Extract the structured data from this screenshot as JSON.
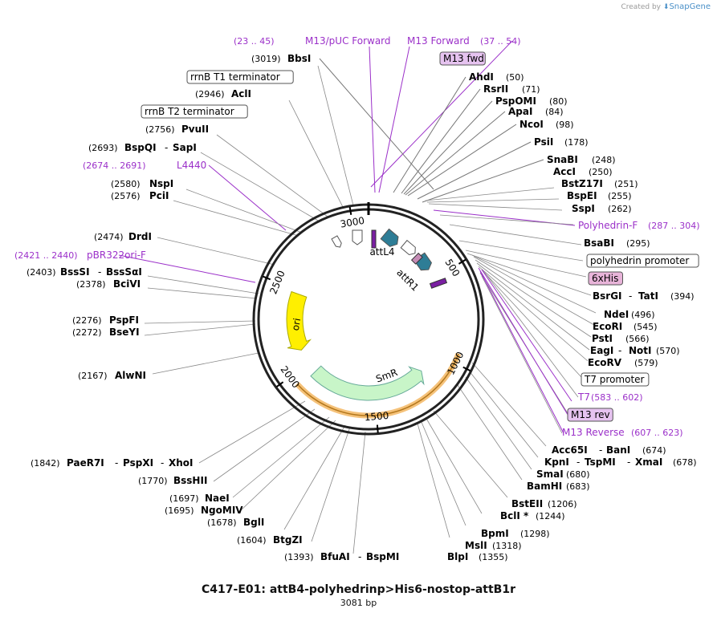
{
  "brand": {
    "created_by": "Created by",
    "name": "SnapGene"
  },
  "title": "C417-E01: attB4-polyhedrinp>His6-nostop-attB1r",
  "subtitle": "3081 bp",
  "colors": {
    "primer": "#9b30c9",
    "feature_teal": "#2e7d96",
    "ori": "#ffef00",
    "smr": "#c8f5c8",
    "smr_highlight": "#f5c27a",
    "his_box": "#e8b4d9"
  },
  "ticks": [
    {
      "label": "500",
      "pos": 500
    },
    {
      "label": "1000",
      "pos": 1000
    },
    {
      "label": "1500",
      "pos": 1500
    },
    {
      "label": "2000",
      "pos": 2000
    },
    {
      "label": "2500",
      "pos": 2500
    },
    {
      "label": "3000",
      "pos": 3000
    }
  ],
  "features": [
    {
      "label": "attL4"
    },
    {
      "label": "attR1"
    },
    {
      "label": "ori"
    },
    {
      "label": "SmR"
    }
  ],
  "labels": [
    {
      "name": "(23 .. 45)",
      "kind": "num-purple"
    },
    {
      "name": "M13/pUC Forward",
      "kind": "purple"
    },
    {
      "name": "M13 Forward",
      "kind": "purple"
    },
    {
      "name": "(37 .. 54)",
      "kind": "num-purple"
    },
    {
      "name": "M13 fwd",
      "kind": "boxfill"
    },
    {
      "name": "(3019)",
      "kind": "num"
    },
    {
      "name": "BbsI",
      "kind": "enz"
    },
    {
      "name": "rrnB T1 terminator",
      "kind": "box"
    },
    {
      "name": "(2946)",
      "kind": "num"
    },
    {
      "name": "AclI",
      "kind": "enz"
    },
    {
      "name": "rrnB T2 terminator",
      "kind": "box"
    },
    {
      "name": "(2756)",
      "kind": "num"
    },
    {
      "name": "PvuII",
      "kind": "enz"
    },
    {
      "name": "(2693)",
      "kind": "num"
    },
    {
      "name": "BspQI",
      "kind": "enz"
    },
    {
      "name": "-",
      "kind": "plain"
    },
    {
      "name": "SapI",
      "kind": "enz"
    },
    {
      "name": "(2674 .. 2691)",
      "kind": "num-purple"
    },
    {
      "name": "L4440",
      "kind": "purple"
    },
    {
      "name": "(2580)",
      "kind": "num"
    },
    {
      "name": "NspI",
      "kind": "enz"
    },
    {
      "name": "(2576)",
      "kind": "num"
    },
    {
      "name": "PciI",
      "kind": "enz"
    },
    {
      "name": "(2474)",
      "kind": "num"
    },
    {
      "name": "DrdI",
      "kind": "enz"
    },
    {
      "name": "(2421 .. 2440)",
      "kind": "num-purple"
    },
    {
      "name": "pBR322ori-F",
      "kind": "purple"
    },
    {
      "name": "(2403)",
      "kind": "num"
    },
    {
      "name": "BssSI",
      "kind": "enz"
    },
    {
      "name": "-",
      "kind": "plain"
    },
    {
      "name": "BssSαI",
      "kind": "enz"
    },
    {
      "name": "(2378)",
      "kind": "num"
    },
    {
      "name": "BciVI",
      "kind": "enz"
    },
    {
      "name": "(2276)",
      "kind": "num"
    },
    {
      "name": "PspFI",
      "kind": "enz"
    },
    {
      "name": "(2272)",
      "kind": "num"
    },
    {
      "name": "BseYI",
      "kind": "enz"
    },
    {
      "name": "(2167)",
      "kind": "num"
    },
    {
      "name": "AlwNI",
      "kind": "enz"
    },
    {
      "name": "(1842)",
      "kind": "num"
    },
    {
      "name": "PaeR7I",
      "kind": "enz"
    },
    {
      "name": "-",
      "kind": "plain"
    },
    {
      "name": "PspXI",
      "kind": "enz"
    },
    {
      "name": "-",
      "kind": "plain"
    },
    {
      "name": "XhoI",
      "kind": "enz"
    },
    {
      "name": "(1770)",
      "kind": "num"
    },
    {
      "name": "BssHII",
      "kind": "enz"
    },
    {
      "name": "(1697)",
      "kind": "num"
    },
    {
      "name": "NaeI",
      "kind": "enz"
    },
    {
      "name": "(1695)",
      "kind": "num"
    },
    {
      "name": "NgoMIV",
      "kind": "enz"
    },
    {
      "name": "(1678)",
      "kind": "num"
    },
    {
      "name": "BglI",
      "kind": "enz"
    },
    {
      "name": "(1604)",
      "kind": "num"
    },
    {
      "name": "BtgZI",
      "kind": "enz"
    },
    {
      "name": "(1393)",
      "kind": "num"
    },
    {
      "name": "BfuAI",
      "kind": "enz"
    },
    {
      "name": "-",
      "kind": "plain"
    },
    {
      "name": "BspMI",
      "kind": "enz"
    },
    {
      "name": "AhdI",
      "kind": "enz"
    },
    {
      "name": "(50)",
      "kind": "num"
    },
    {
      "name": "RsrII",
      "kind": "enz"
    },
    {
      "name": "(71)",
      "kind": "num"
    },
    {
      "name": "PspOMI",
      "kind": "enz"
    },
    {
      "name": "(80)",
      "kind": "num"
    },
    {
      "name": "ApaI",
      "kind": "enz"
    },
    {
      "name": "(84)",
      "kind": "num"
    },
    {
      "name": "NcoI",
      "kind": "enz"
    },
    {
      "name": "(98)",
      "kind": "num"
    },
    {
      "name": "PsiI",
      "kind": "enz"
    },
    {
      "name": "(178)",
      "kind": "num"
    },
    {
      "name": "SnaBI",
      "kind": "enz"
    },
    {
      "name": "(248)",
      "kind": "num"
    },
    {
      "name": "AccI",
      "kind": "enz"
    },
    {
      "name": "(250)",
      "kind": "num"
    },
    {
      "name": "BstZ17I",
      "kind": "enz"
    },
    {
      "name": "(251)",
      "kind": "num"
    },
    {
      "name": "BspEI",
      "kind": "enz"
    },
    {
      "name": "(255)",
      "kind": "num"
    },
    {
      "name": "SspI",
      "kind": "enz"
    },
    {
      "name": "(262)",
      "kind": "num"
    },
    {
      "name": "Polyhedrin-F",
      "kind": "purple"
    },
    {
      "name": "(287 .. 304)",
      "kind": "num-purple"
    },
    {
      "name": "BsaBI",
      "kind": "enz"
    },
    {
      "name": "(295)",
      "kind": "num"
    },
    {
      "name": "polyhedrin promoter",
      "kind": "box"
    },
    {
      "name": "6xHis",
      "kind": "boxhis"
    },
    {
      "name": "BsrGI",
      "kind": "enz"
    },
    {
      "name": "-",
      "kind": "plain"
    },
    {
      "name": "TatI",
      "kind": "enz"
    },
    {
      "name": "(394)",
      "kind": "num"
    },
    {
      "name": "NdeI",
      "kind": "enz"
    },
    {
      "name": "(496)",
      "kind": "num"
    },
    {
      "name": "EcoRI",
      "kind": "enz"
    },
    {
      "name": "(545)",
      "kind": "num"
    },
    {
      "name": "PstI",
      "kind": "enz"
    },
    {
      "name": "(566)",
      "kind": "num"
    },
    {
      "name": "EagI",
      "kind": "enz"
    },
    {
      "name": "-",
      "kind": "plain"
    },
    {
      "name": "NotI",
      "kind": "enz"
    },
    {
      "name": "(570)",
      "kind": "num"
    },
    {
      "name": "EcoRV",
      "kind": "enz"
    },
    {
      "name": "(579)",
      "kind": "num"
    },
    {
      "name": "T7 promoter",
      "kind": "box"
    },
    {
      "name": "T7",
      "kind": "purple"
    },
    {
      "name": "(583 .. 602)",
      "kind": "num-purple"
    },
    {
      "name": "M13 rev",
      "kind": "boxfill"
    },
    {
      "name": "M13 Reverse",
      "kind": "purple"
    },
    {
      "name": "(607 .. 623)",
      "kind": "num-purple"
    },
    {
      "name": "Acc65I",
      "kind": "enz"
    },
    {
      "name": "-",
      "kind": "plain"
    },
    {
      "name": "BanI",
      "kind": "enz"
    },
    {
      "name": "(674)",
      "kind": "num"
    },
    {
      "name": "KpnI",
      "kind": "enz"
    },
    {
      "name": "-",
      "kind": "plain"
    },
    {
      "name": "TspMI",
      "kind": "enz"
    },
    {
      "name": "-",
      "kind": "plain"
    },
    {
      "name": "XmaI",
      "kind": "enz"
    },
    {
      "name": "(678)",
      "kind": "num"
    },
    {
      "name": "SmaI",
      "kind": "enz"
    },
    {
      "name": "(680)",
      "kind": "num"
    },
    {
      "name": "BamHI",
      "kind": "enz"
    },
    {
      "name": "(683)",
      "kind": "num"
    },
    {
      "name": "BstEII",
      "kind": "enz"
    },
    {
      "name": "(1206)",
      "kind": "num"
    },
    {
      "name": "BclI *",
      "kind": "enz"
    },
    {
      "name": "(1244)",
      "kind": "num"
    },
    {
      "name": "BpmI",
      "kind": "enz"
    },
    {
      "name": "(1298)",
      "kind": "num"
    },
    {
      "name": "MslI",
      "kind": "enz"
    },
    {
      "name": "(1318)",
      "kind": "num"
    },
    {
      "name": "BlpI",
      "kind": "enz"
    },
    {
      "name": "(1355)",
      "kind": "num"
    }
  ]
}
